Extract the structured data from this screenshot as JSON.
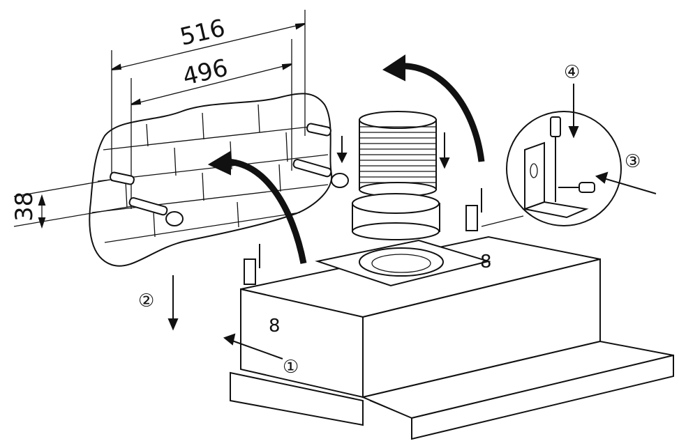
{
  "dimensions": {
    "outer_width": "516",
    "inner_width": "496",
    "height_offset": "38"
  },
  "steps": {
    "step1": "①",
    "step2": "②",
    "step3": "③",
    "step4": "④"
  },
  "markers": {
    "left_side_marker": "8",
    "top_plate_marker": "8"
  },
  "colors": {
    "line": "#111111",
    "background": "#ffffff"
  }
}
